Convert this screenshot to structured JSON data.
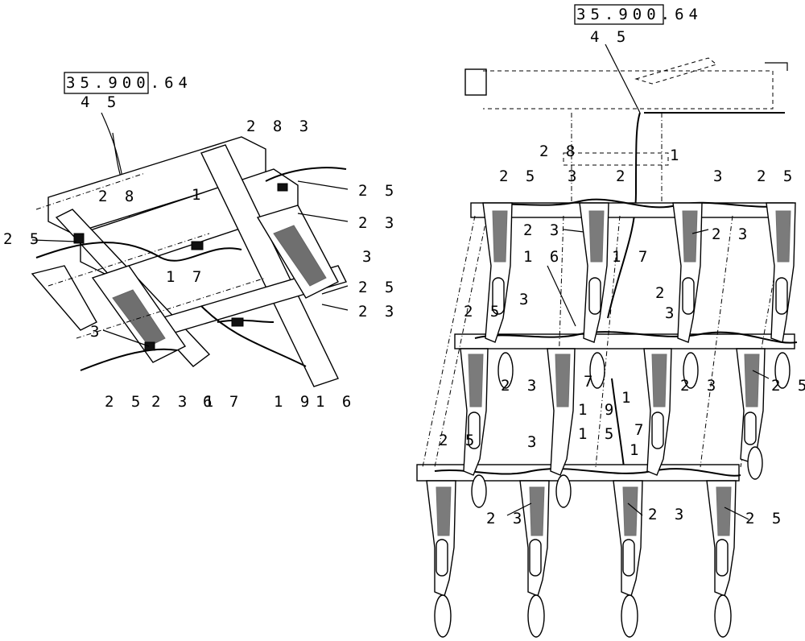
{
  "left_view": {
    "ref_box": "35.900.64",
    "labels": {
      "l45": "4 5",
      "l283": "2 8 3",
      "l25a": "2 5",
      "l23a": "2 3",
      "l28": "2 8",
      "l1": "1",
      "l25b": "2 5",
      "l3a": "3",
      "l25c": "2 5",
      "l23b": "2 3",
      "l17": "1 7",
      "l3b": "3",
      "l25d": "2 5",
      "l231": "2 3 1",
      "l67": "6 7",
      "l19": "1 9",
      "l16": "1 6"
    }
  },
  "right_view": {
    "ref_box": "35.900.64",
    "labels": {
      "l45": "4 5",
      "l28": "2 8",
      "l1a": "1",
      "l25a": "2 5",
      "l3a": "3",
      "l2a": "2",
      "l3b": "3",
      "l25b": "2 5",
      "l23a": "2 3",
      "l23b": "2 3",
      "l16": "1 6",
      "l17": "1 7",
      "l2b": "2",
      "l25c": "2 5",
      "l3c": "3",
      "l3d": "3",
      "l23c": "2 3",
      "l7a": "7",
      "l1b": "1",
      "l23d": "2 3",
      "l25d": "2 5",
      "l19": "1 9",
      "l15": "1 5",
      "l25e": "2 5",
      "l3e": "3",
      "l7b": "7",
      "l1c": "1",
      "l23e": "2 3",
      "l23f": "2 3",
      "l25f": "2 5"
    }
  }
}
